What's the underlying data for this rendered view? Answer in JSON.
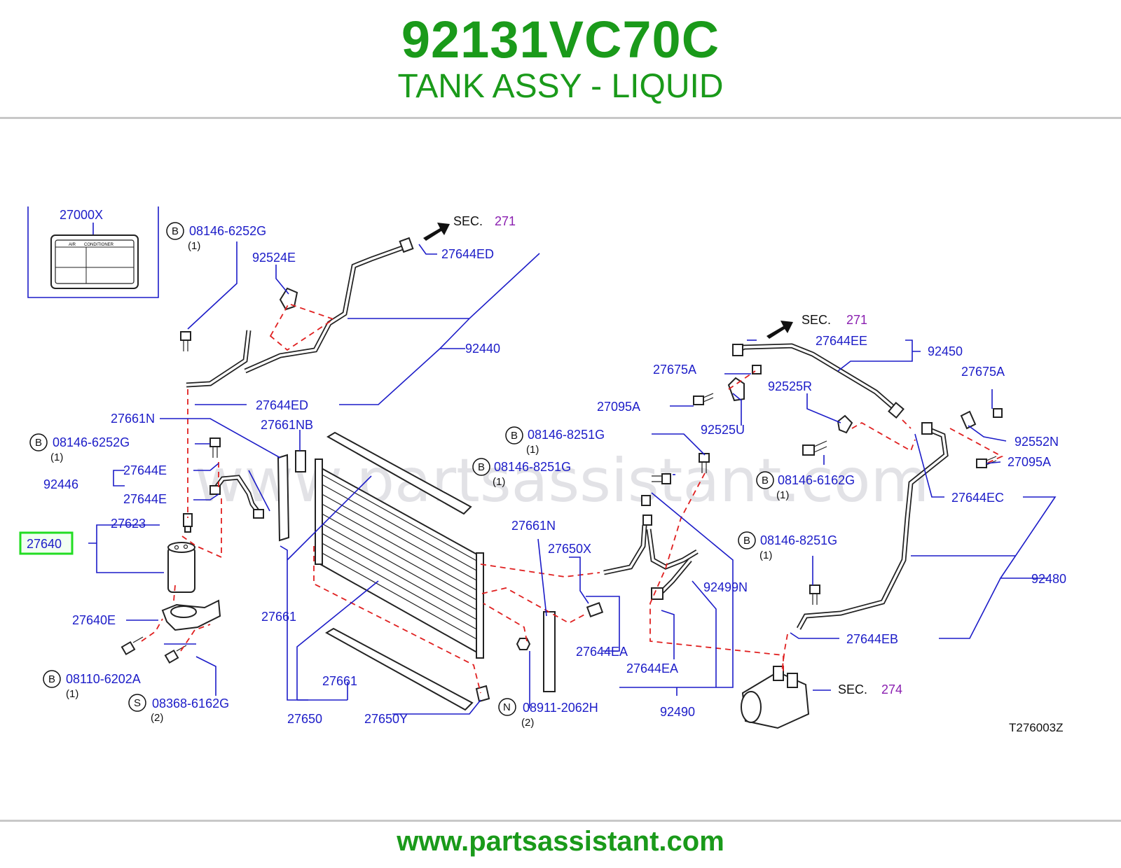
{
  "header": {
    "part_number": "92131VC70C",
    "part_name": "TANK ASSY - LIQUID"
  },
  "footer": {
    "website": "www.partsassistant.com"
  },
  "diagram": {
    "watermark": "www.partsassistant.com",
    "figure_code": "T276003Z",
    "label_box": {
      "part": "27000X",
      "text_1": "AIR",
      "text_2": "CONDITIONER"
    },
    "highlighted_part": "27640",
    "callouts": {
      "c27000X": "27000X",
      "c08146_6252G_a": "08146-6252G",
      "c92524E": "92524E",
      "c27644ED_a": "27644ED",
      "c92440": "92440",
      "c27644ED_b": "27644ED",
      "c27661N_a": "27661N",
      "c27661NB": "27661NB",
      "c08146_6252G_b": "08146-6252G",
      "c27644E_a": "27644E",
      "c92446": "92446",
      "c27644E_b": "27644E",
      "c27623": "27623",
      "c27640": "27640",
      "c27640E": "27640E",
      "c08110_6202A": "08110-6202A",
      "c08368_6162G": "08368-6162G",
      "c27661_a": "27661",
      "c27661_b": "27661",
      "c27650": "27650",
      "c27650Y": "27650Y",
      "c08911_2062H": "08911-2062H",
      "c08146_8251G_a": "08146-8251G",
      "c08146_8251G_b": "08146-8251G",
      "c27661N_b": "27661N",
      "c27650X": "27650X",
      "c27644EA_a": "27644EA",
      "c27644EA_b": "27644EA",
      "c92490": "92490",
      "c92499N": "92499N",
      "c27644EE": "27644EE",
      "c92450": "92450",
      "c27675A_a": "27675A",
      "c27675A_b": "27675A",
      "c92525R": "92525R",
      "c27095A_a": "27095A",
      "c92525U": "92525U",
      "c92552N": "92552N",
      "c27095A_b": "27095A",
      "c08146_6162G": "08146-6162G",
      "c27644EC": "27644EC",
      "c08146_8251G_c": "08146-8251G",
      "c92480": "92480",
      "c27644EB": "27644EB"
    },
    "quantities": {
      "q1": "(1)",
      "q2": "(2)"
    },
    "symbols": {
      "b": "B",
      "s": "S",
      "n": "N"
    },
    "sections": {
      "sec_word": "SEC.",
      "sec_271": "271",
      "sec_274": "274"
    },
    "colors": {
      "title_green": "#1a9a1a",
      "label_blue": "#1c1cc8",
      "dash_red": "#e02020",
      "section_purple": "#8a1fb0",
      "highlight_green": "#22dd22"
    }
  }
}
